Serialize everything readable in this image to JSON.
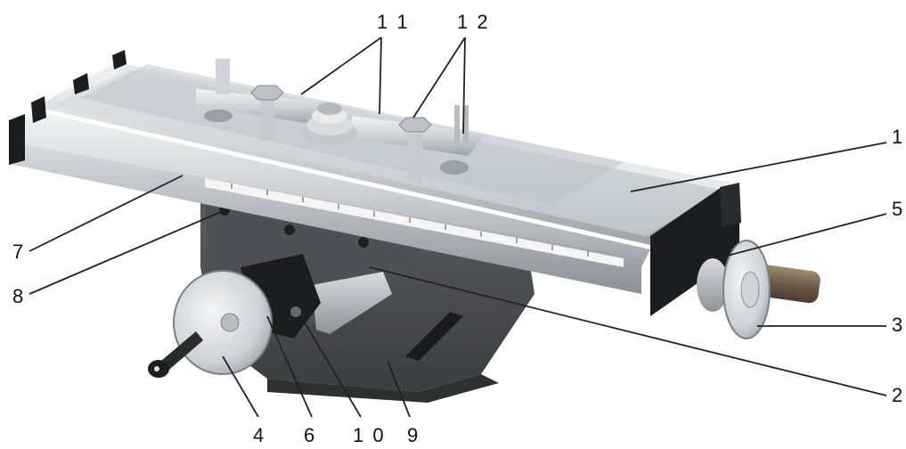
{
  "callouts": [
    {
      "id": "c1",
      "label": "1"
    },
    {
      "id": "c2",
      "label": "2"
    },
    {
      "id": "c3",
      "label": "3"
    },
    {
      "id": "c4",
      "label": "4"
    },
    {
      "id": "c5",
      "label": "5"
    },
    {
      "id": "c6",
      "label": "6"
    },
    {
      "id": "c7",
      "label": "7"
    },
    {
      "id": "c8",
      "label": "8"
    },
    {
      "id": "c9",
      "label": "9"
    },
    {
      "id": "c10",
      "label": "1 0"
    },
    {
      "id": "c11",
      "label": "1 1"
    },
    {
      "id": "c12",
      "label": "1 2"
    }
  ],
  "colors": {
    "aluminum": "#c8ccd0",
    "aluminum_light": "#e6e8ea",
    "base_dark": "#4a4c4f",
    "black_parts": "#1c1d1f",
    "leader_lines": "#222222"
  }
}
